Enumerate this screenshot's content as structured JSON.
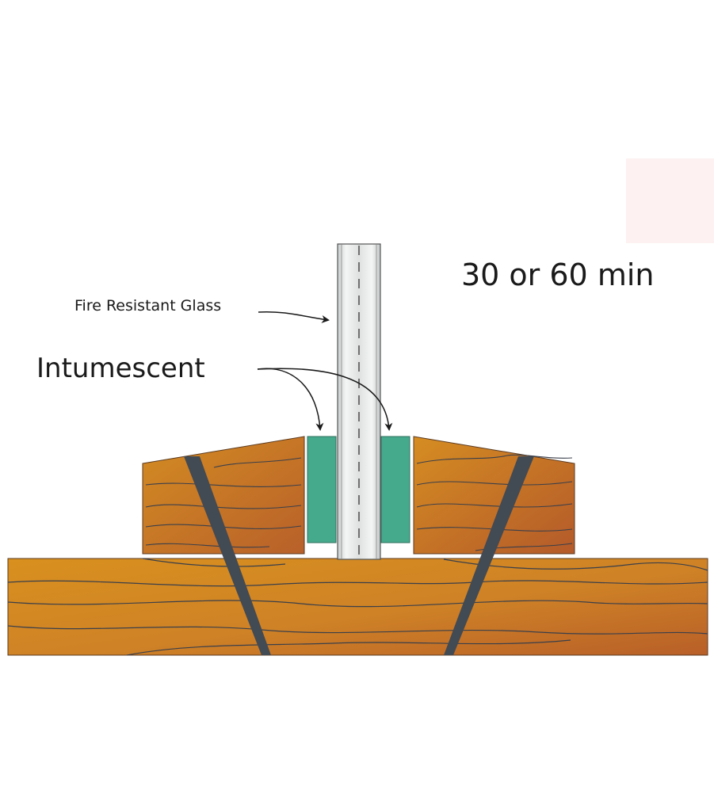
{
  "diagram": {
    "labels": {
      "rating": "30 or 60 min",
      "glass": "Fire Resistant Glass",
      "intumescent": "Intumescent"
    },
    "colors": {
      "wood_light": "#d9901e",
      "wood_dark": "#b85f28",
      "grain": "#3a3f4a",
      "screw": "#424a54",
      "intumescent": "#45a98c",
      "glass": "#e4e6e6",
      "outline": "#333333"
    }
  }
}
